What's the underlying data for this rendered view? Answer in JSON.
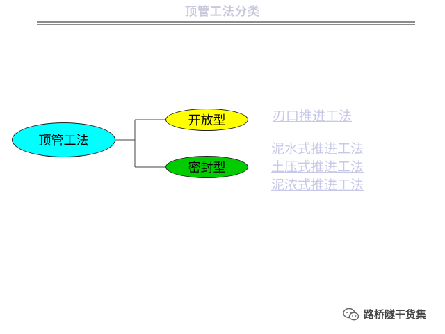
{
  "title": "顶管工法分类",
  "diagram": {
    "root": "顶管工法",
    "branches": [
      {
        "label": "开放型",
        "color": "#ffff00",
        "methods": [
          "刃口推进工法"
        ]
      },
      {
        "label": "密封型",
        "color": "#00cc00",
        "methods": [
          "泥水式推进工法",
          "土压式推进工法",
          "泥浓式推进工法"
        ]
      }
    ]
  },
  "watermark": {
    "text": "路桥隧干货集",
    "icon": "wechat-icon"
  },
  "colors": {
    "root": "#00ffff",
    "link": "#c8c8e8",
    "title": "#c8c8dc"
  }
}
